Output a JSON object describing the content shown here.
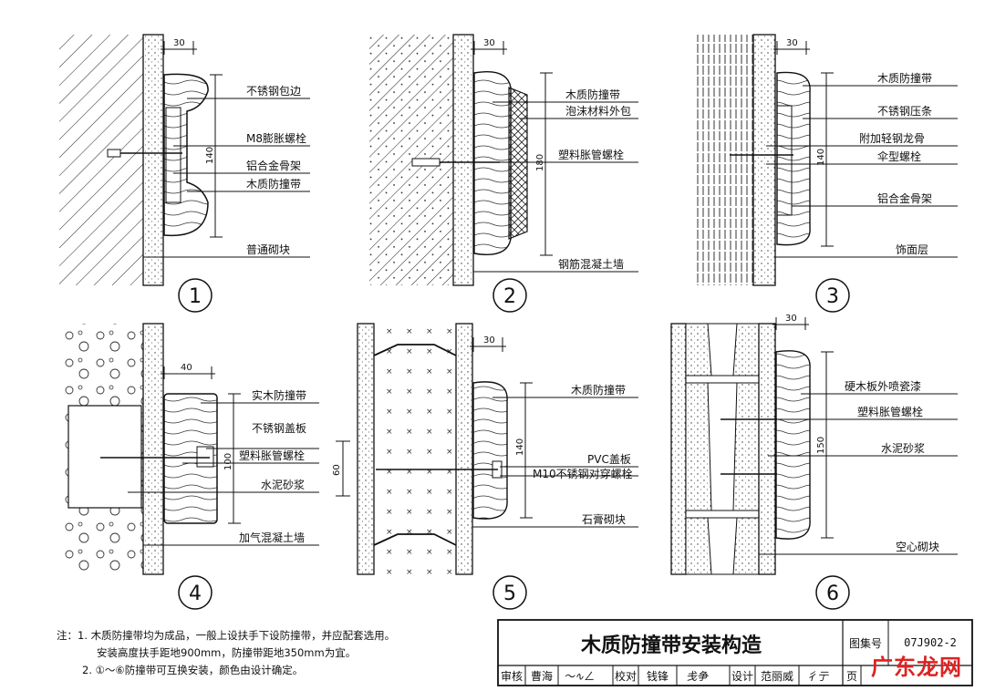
{
  "colors": {
    "ink": "#111111",
    "paper": "#ffffff",
    "watermark": "#dd2222"
  },
  "details": [
    {
      "number": "1",
      "dim_top": "30",
      "dim_height": "140",
      "labels": [
        "不锈钢包边",
        "M8膨胀螺栓",
        "铝合金骨架",
        "木质防撞带",
        "普通砌块"
      ]
    },
    {
      "number": "2",
      "dim_top": "30",
      "dim_height": "180",
      "labels": [
        "木质防撞带",
        "泡沫材料外包",
        "塑料胀管螺栓",
        "钢筋混凝土墙"
      ]
    },
    {
      "number": "3",
      "dim_top": "30",
      "dim_height": "140",
      "labels": [
        "木质防撞带",
        "不锈钢压条",
        "附加轻钢龙骨",
        "伞型螺栓",
        "铝合金骨架",
        "饰面层"
      ]
    },
    {
      "number": "4",
      "dim_top": "40",
      "dim_height": "100",
      "labels": [
        "实木防撞带",
        "不锈钢盖板",
        "塑料胀管螺栓",
        "水泥砂浆",
        "加气混凝土墙"
      ]
    },
    {
      "number": "5",
      "dim_top": "30",
      "dim_height": "140",
      "dim_left": "60",
      "labels": [
        "木质防撞带",
        "PVC盖板",
        "M10不锈钢对穿螺栓",
        "石膏砌块"
      ]
    },
    {
      "number": "6",
      "dim_top": "30",
      "dim_height": "150",
      "labels": [
        "硬木板外喷瓷漆",
        "塑料胀管螺栓",
        "水泥砂浆",
        "空心砌块"
      ]
    }
  ],
  "notes": {
    "prefix": "注：",
    "line1": "1. 木质防撞带均为成品，一般上设扶手下设防撞带，并应配套选用。",
    "line2": "安装高度扶手距地900mm，防撞带距地350mm为宜。",
    "line3": "2. ①～⑥防撞带可互换安装，颜色由设计确定。"
  },
  "title_block": {
    "title": "木质防撞带安装构造",
    "atlas_label": "图集号",
    "atlas_no": "07J902-2",
    "review_label": "审核",
    "reviewer": "曹海",
    "check_label": "校对",
    "checker": "钱锋",
    "design_label": "设计",
    "designer": "范丽威",
    "page_label": "页"
  },
  "watermark": "广东龙网"
}
